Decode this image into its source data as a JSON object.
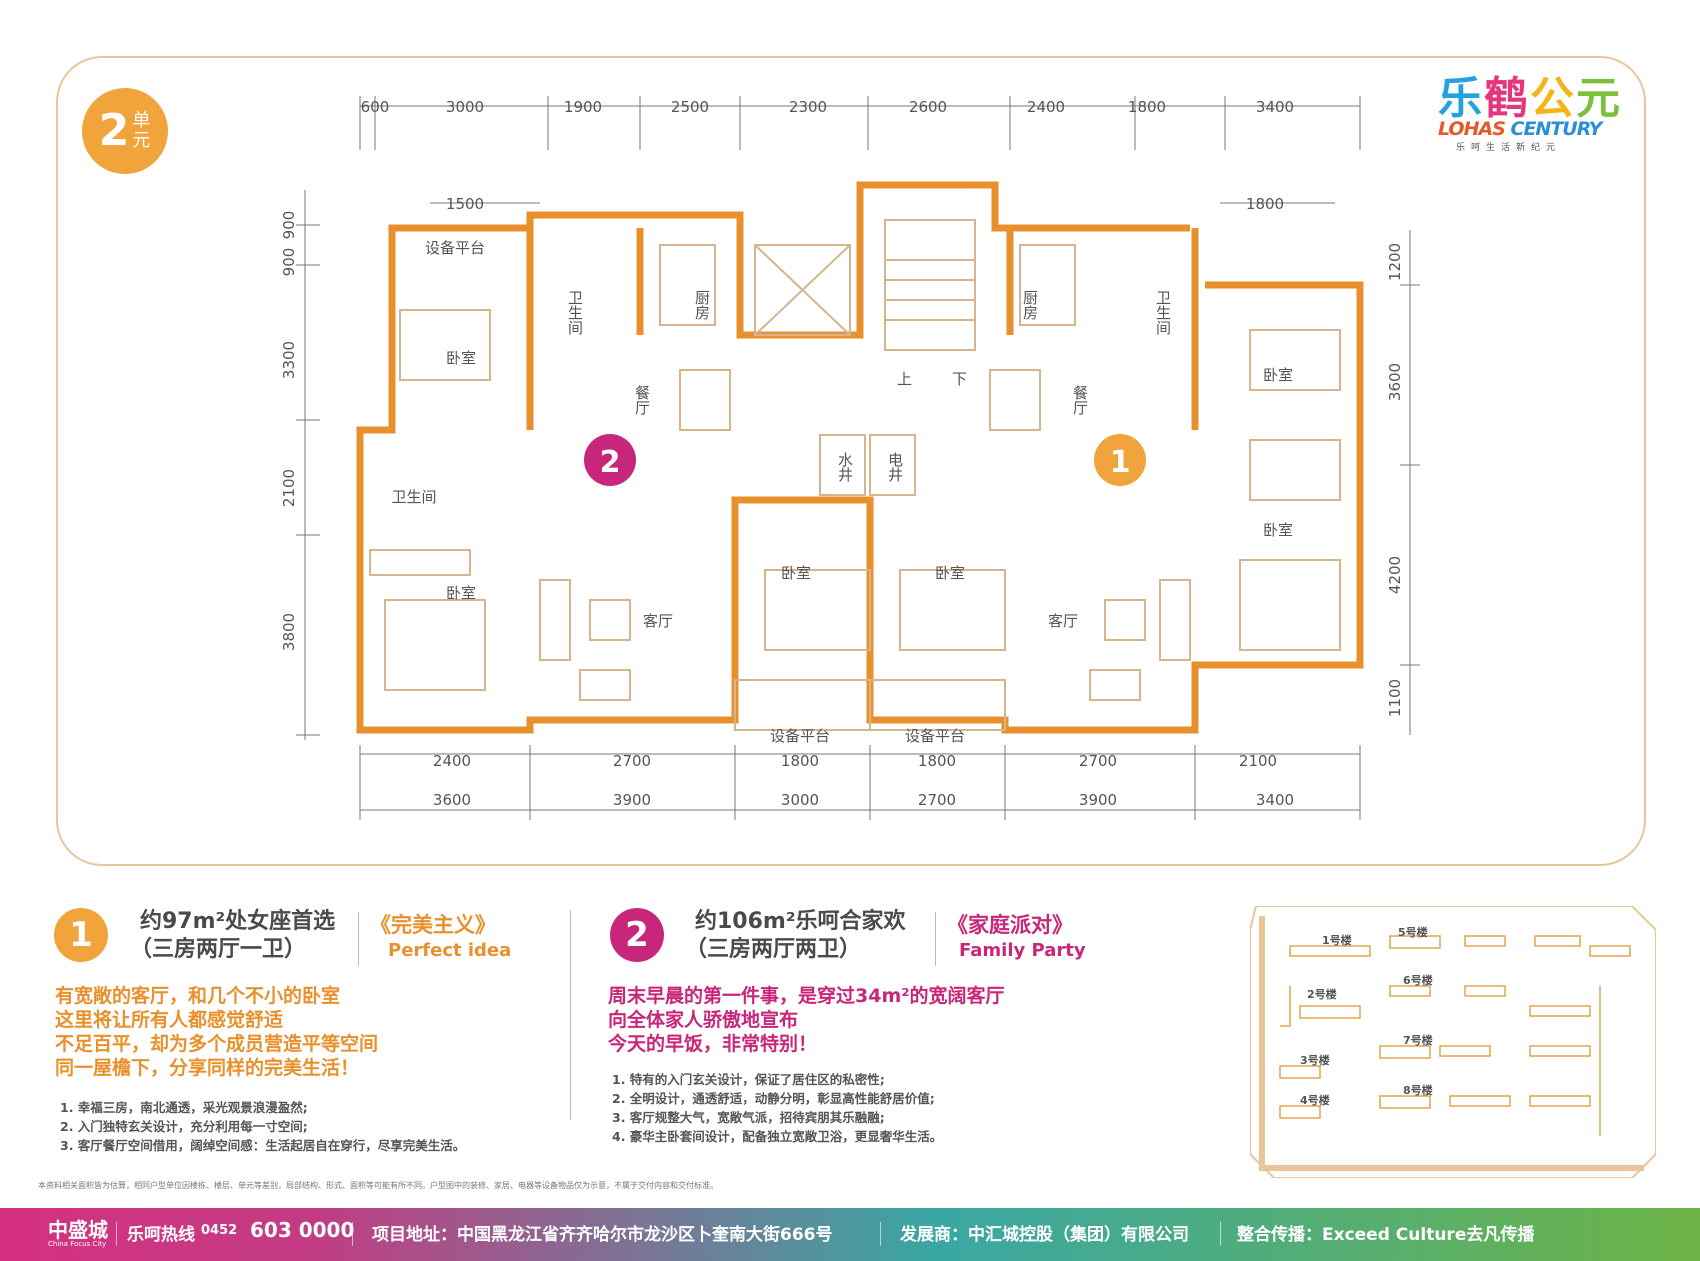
{
  "unit_badge": {
    "number": "2",
    "label": "单元"
  },
  "logo": {
    "cn_chars": [
      "乐",
      "鹤",
      "公",
      "元"
    ],
    "en_part1": "LOHAS ",
    "en_part2": "CENTURY",
    "tagline": "乐呵生活新纪元"
  },
  "dims_top_outer": [
    "600",
    "3000",
    "1900",
    "2500",
    "2300",
    "2600",
    "2400",
    "1800",
    "3400"
  ],
  "dims_top_inner": [
    "1500",
    "1800"
  ],
  "dims_bottom_inner": [
    "2400",
    "2700",
    "1800",
    "1800",
    "2700",
    "2100"
  ],
  "dims_bottom_outer": [
    "3600",
    "3900",
    "3000",
    "2700",
    "3900",
    "3400"
  ],
  "dims_left": [
    "900",
    "900",
    "3300",
    "2100",
    "3800"
  ],
  "dims_right": [
    "1200",
    "3600",
    "4200",
    "1100"
  ],
  "rooms": {
    "equip_platform": "设备平台",
    "bathroom_v": "卫生间",
    "kitchen": "厨房",
    "bedroom": "卧室",
    "dining": "餐厅",
    "bathroom": "卫生间",
    "living": "客厅",
    "up": "上",
    "down": "下",
    "water_shaft": "水井",
    "elec_shaft": "电井"
  },
  "unit_markers": {
    "left": "2",
    "right": "1"
  },
  "type1": {
    "number": "1",
    "headline": "约97m²处女座首选",
    "subhead": "（三房两厅一卫）",
    "slogan_cn": "《完美主义》",
    "slogan_en": "Perfect idea",
    "paragraph": [
      "有宽敞的客厅，和几个不小的卧室",
      "这里将让所有人都感觉舒适",
      "不足百平，却为多个成员营造平等空间",
      "同一屋檐下，分享同样的完美生活！"
    ],
    "points": [
      "1.  幸福三房，南北通透，采光观景浪漫盈然;",
      "2.  入门独特玄关设计，充分利用每一寸空间;",
      "3.  客厅餐厅空间借用，阔绰空间感：生活起居自在穿行，尽享完美生活。"
    ]
  },
  "type2": {
    "number": "2",
    "headline": "约106m²乐呵合家欢",
    "subhead": "（三房两厅两卫）",
    "slogan_cn": "《家庭派对》",
    "slogan_en": "Family Party",
    "paragraph": [
      "周末早晨的第一件事，是穿过34m²的宽阔客厅",
      "向全体家人骄傲地宣布",
      "今天的早饭，非常特别！"
    ],
    "points": [
      "1.  特有的入门玄关设计，保证了居住区的私密性;",
      "2.  全明设计，通透舒适，动静分明，彰显高性能舒居价值;",
      "3.  客厅规整大气，宽敞气派，招待宾朋其乐融融;",
      "4.  豪华主卧套间设计，配备独立宽敞卫浴，更显奢华生活。"
    ]
  },
  "sitemap": {
    "buildings": [
      "1号楼",
      "2号楼",
      "3号楼",
      "4号楼",
      "5号楼",
      "6号楼",
      "7号楼",
      "8号楼"
    ]
  },
  "disclaimer": "本资料相关面积皆为估算，相同户型单位因楼栋、楼层、单元等差别，局部结构、形式、面积等可能有所不同。户型图中的装修、家居、电器等设备物品仅为示意，不属于交付内容和交付标准。",
  "footer": {
    "brand": "中盛城",
    "brand_en": "China Focus City",
    "hotline_label": "乐呵热线",
    "hotline_code": "0452",
    "hotline_number": "603 0000",
    "address": "项目地址：中国黑龙江省齐齐哈尔市龙沙区卜奎南大街666号",
    "developer": "发展商：中汇城控股（集团）有限公司",
    "marketing": "整合传播：Exceed Culture去凡传播"
  },
  "colors": {
    "orange": "#f0a43b",
    "magenta": "#c8267a",
    "wall": "#e8912c"
  }
}
